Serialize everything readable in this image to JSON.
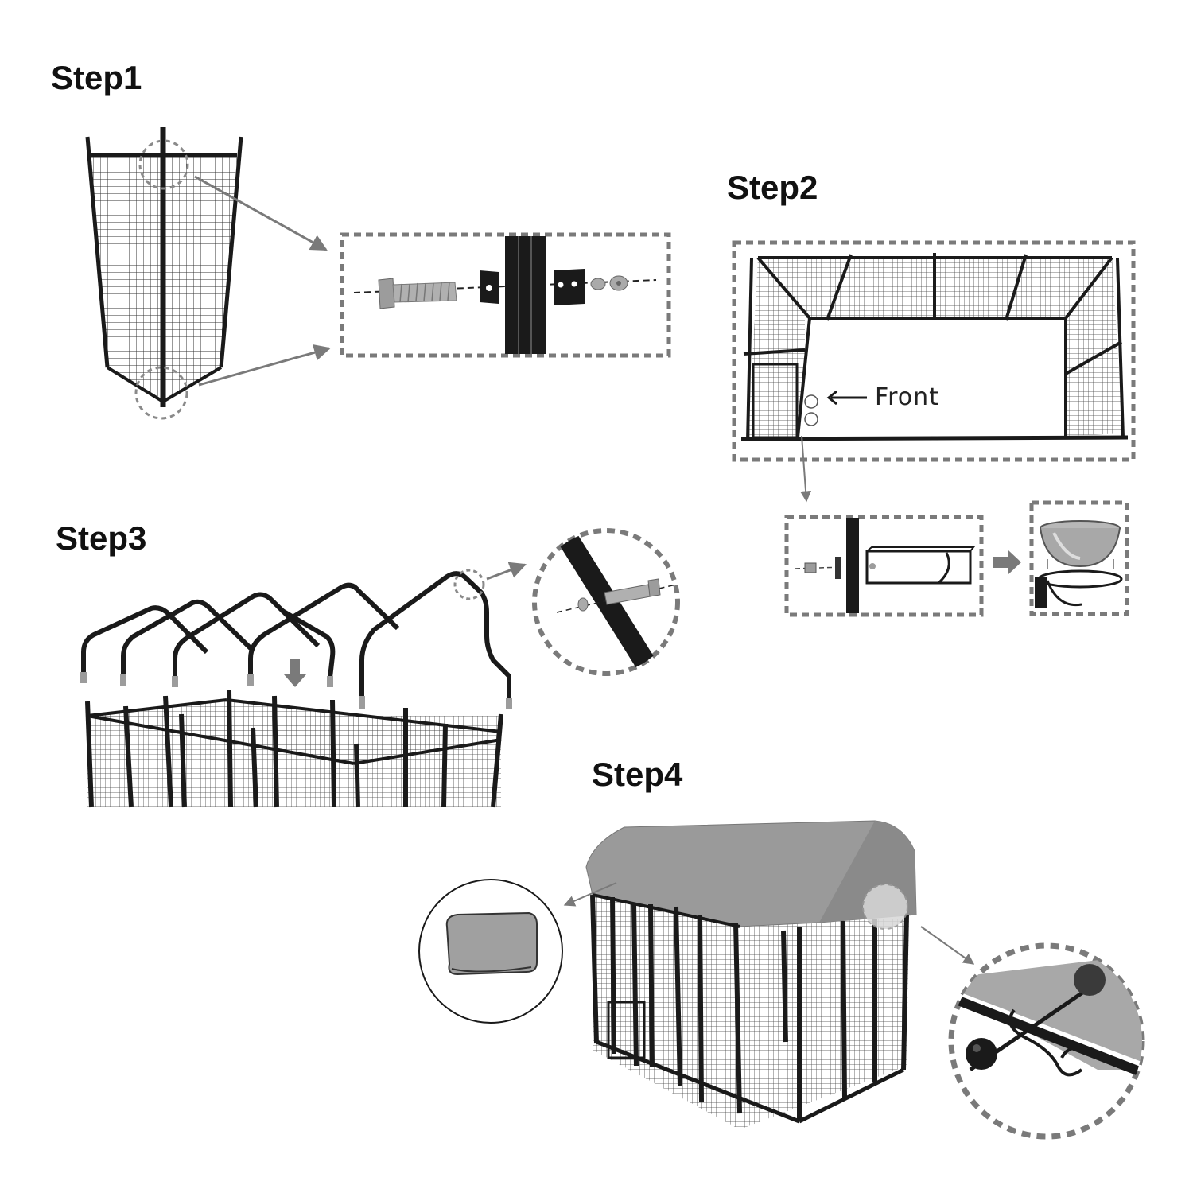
{
  "steps": [
    {
      "title": "Step1"
    },
    {
      "title": "Step2",
      "front_label": "Front"
    },
    {
      "title": "Step3"
    },
    {
      "title": "Step4"
    }
  ],
  "colors": {
    "frame": "#1a1a1a",
    "callout": "#7a7a7a",
    "roof": "#9a9a9a",
    "bolt": "#9c9c9c"
  },
  "icons": [
    "arrow-icon",
    "bolt-icon",
    "bowl-icon",
    "hook-icon",
    "roof-bag-icon"
  ]
}
